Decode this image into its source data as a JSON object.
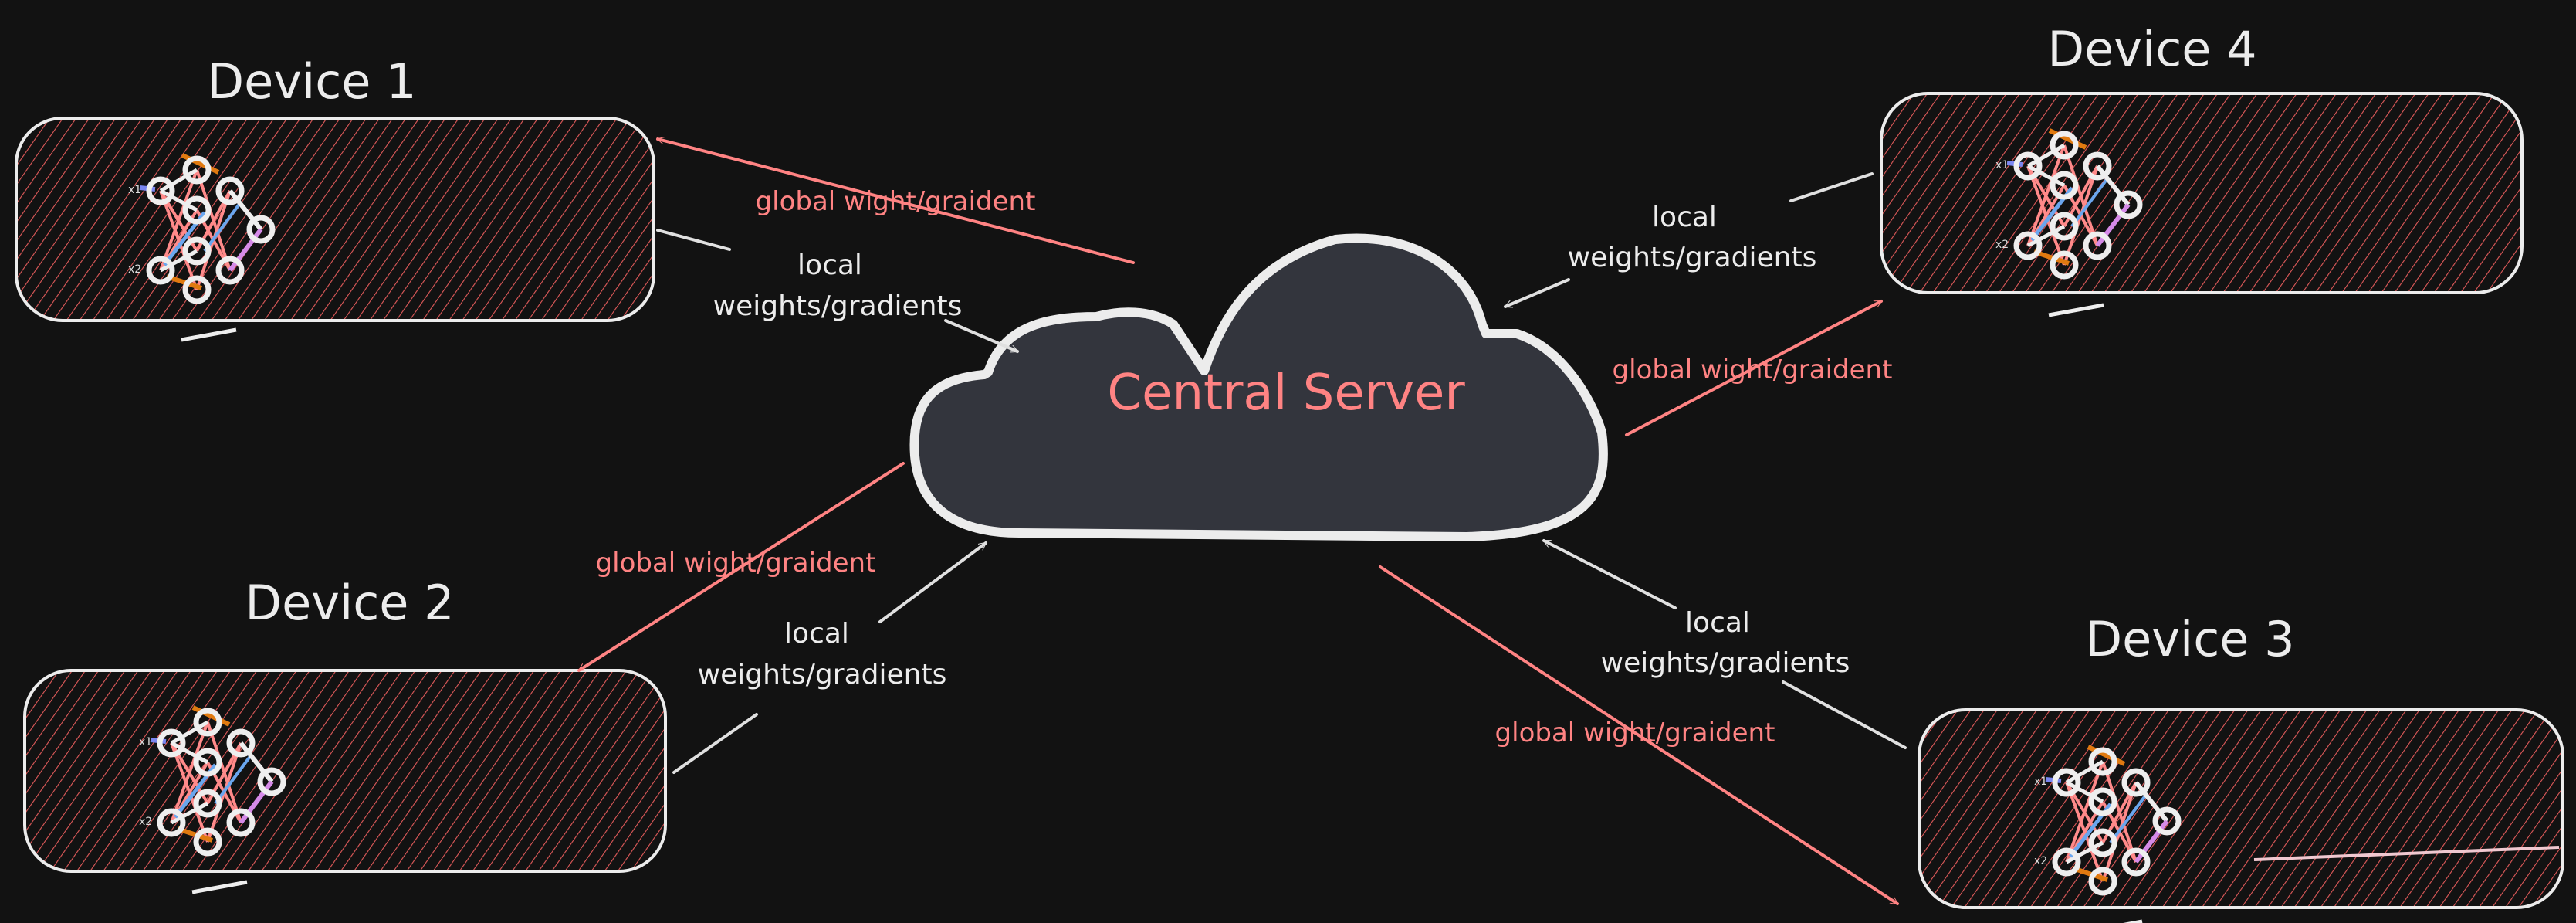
{
  "server": {
    "label": "Central Server"
  },
  "devices": [
    {
      "title": "Device 1"
    },
    {
      "title": "Device 2"
    },
    {
      "title": "Device 3"
    },
    {
      "title": "Device 4"
    }
  ],
  "edges": {
    "global_label": "global wight/graident",
    "local_line1": "local",
    "local_line2": "weights/gradients"
  },
  "network": {
    "input_1": "x1",
    "input_2": "x2"
  },
  "colors": {
    "background": "#121212",
    "accent": "#ff8383",
    "cloud_fill": "#33353d",
    "stroke": "#ececec"
  }
}
